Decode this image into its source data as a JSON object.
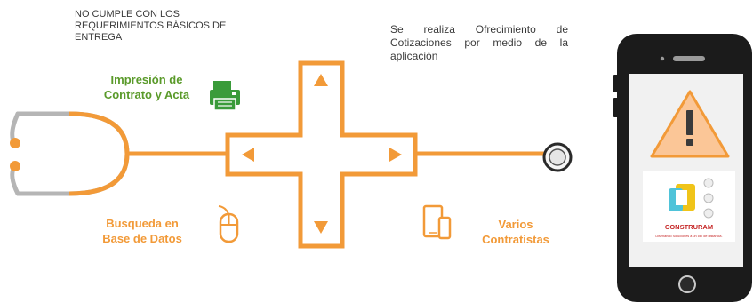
{
  "texts": {
    "requirements_note": "NO CUMPLE CON LOS REQUERIMIENTOS BÁSICOS DE ENTREGA",
    "quotations_note": "Se realiza Ofrecimiento de Cotizaciones por medio de la aplicación",
    "print_label": "Impresión de Contrato y Acta",
    "search_label": "Busqueda en Base de Datos",
    "contractors_label": "Varios Contratistas"
  },
  "logo": {
    "name": "CONSTRURAM",
    "tagline": "Diseñando Soluciones a un clic de distancia."
  },
  "icons": {
    "printer": "printer-icon",
    "mouse": "mouse-icon",
    "devices": "tablet-phone-icon",
    "warning": "warning-icon",
    "arrow_up": "arrow-up-icon",
    "arrow_down": "arrow-down-icon",
    "arrow_left": "arrow-left-icon",
    "arrow_right": "arrow-right-icon"
  },
  "colors": {
    "accent_orange": "#f29a38",
    "label_green": "#5a9a2a",
    "printer_green": "#3a9b3a",
    "tube_gray": "#b5b5b5",
    "phone_black": "#1b1b1b"
  }
}
